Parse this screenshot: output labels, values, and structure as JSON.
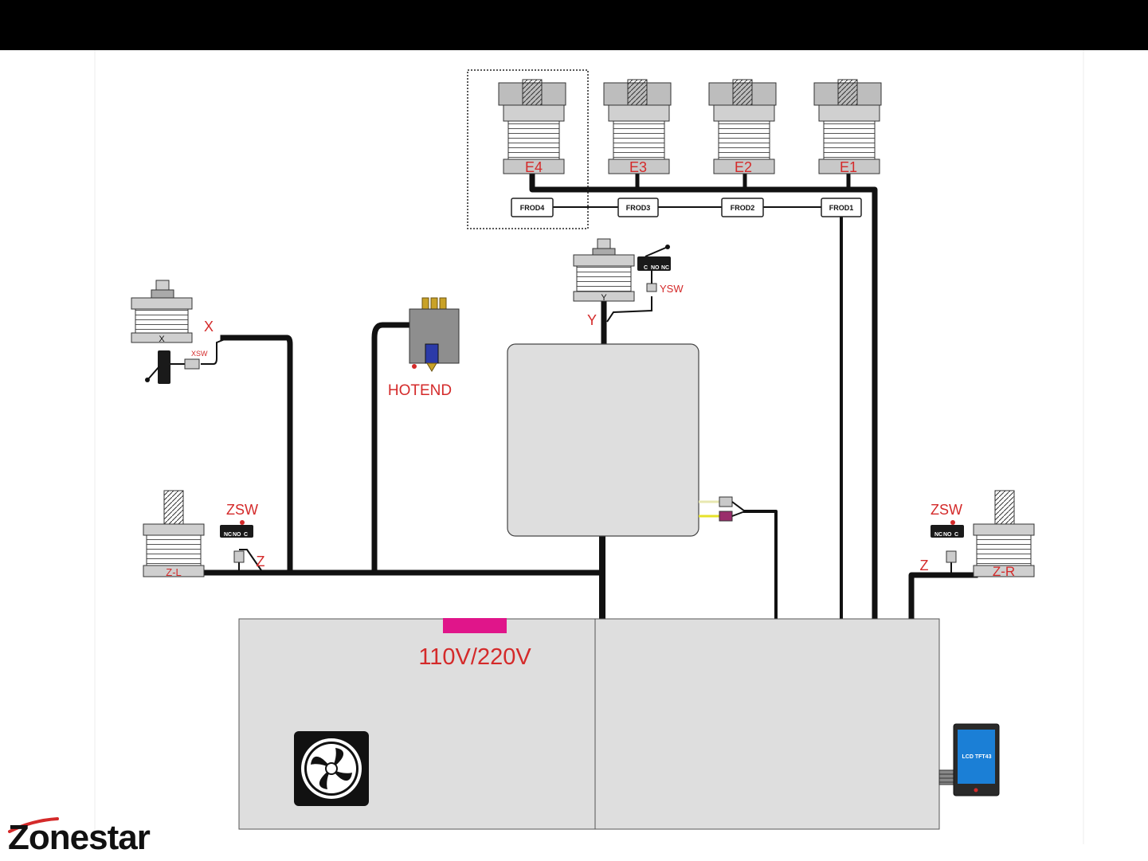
{
  "extruders": [
    {
      "label": "E1",
      "sensor": "FROD1"
    },
    {
      "label": "E2",
      "sensor": "FROD2"
    },
    {
      "label": "E3",
      "sensor": "FROD3"
    },
    {
      "label": "E4",
      "sensor": "FROD4"
    }
  ],
  "axes": {
    "x_motor": "X",
    "x_cable": "X",
    "x_switch": "XSW",
    "y_motor": "Y",
    "y_cable": "Y",
    "y_switch": "YSW",
    "zl_motor": "Z-L",
    "zr_motor": "Z-R",
    "z_switch_left": "ZSW",
    "z_switch_right": "ZSW",
    "z_cable_left": "Z",
    "z_cable_right": "Z"
  },
  "switch_pins": {
    "nc": "NC",
    "no": "NO",
    "c": "C"
  },
  "hotend": {
    "label": "HOTEND"
  },
  "power": {
    "label": "110V/220V"
  },
  "lcd": {
    "label": "LCD TFT43"
  },
  "brand": {
    "name": "Zonestar"
  },
  "colors": {
    "label_red": "#d42a2a",
    "cable": "#111111",
    "panel_gray": "#dedede",
    "power_switch": "#e0158a",
    "lcd_screen": "#1b7fd6",
    "top_bar": "#000000"
  }
}
